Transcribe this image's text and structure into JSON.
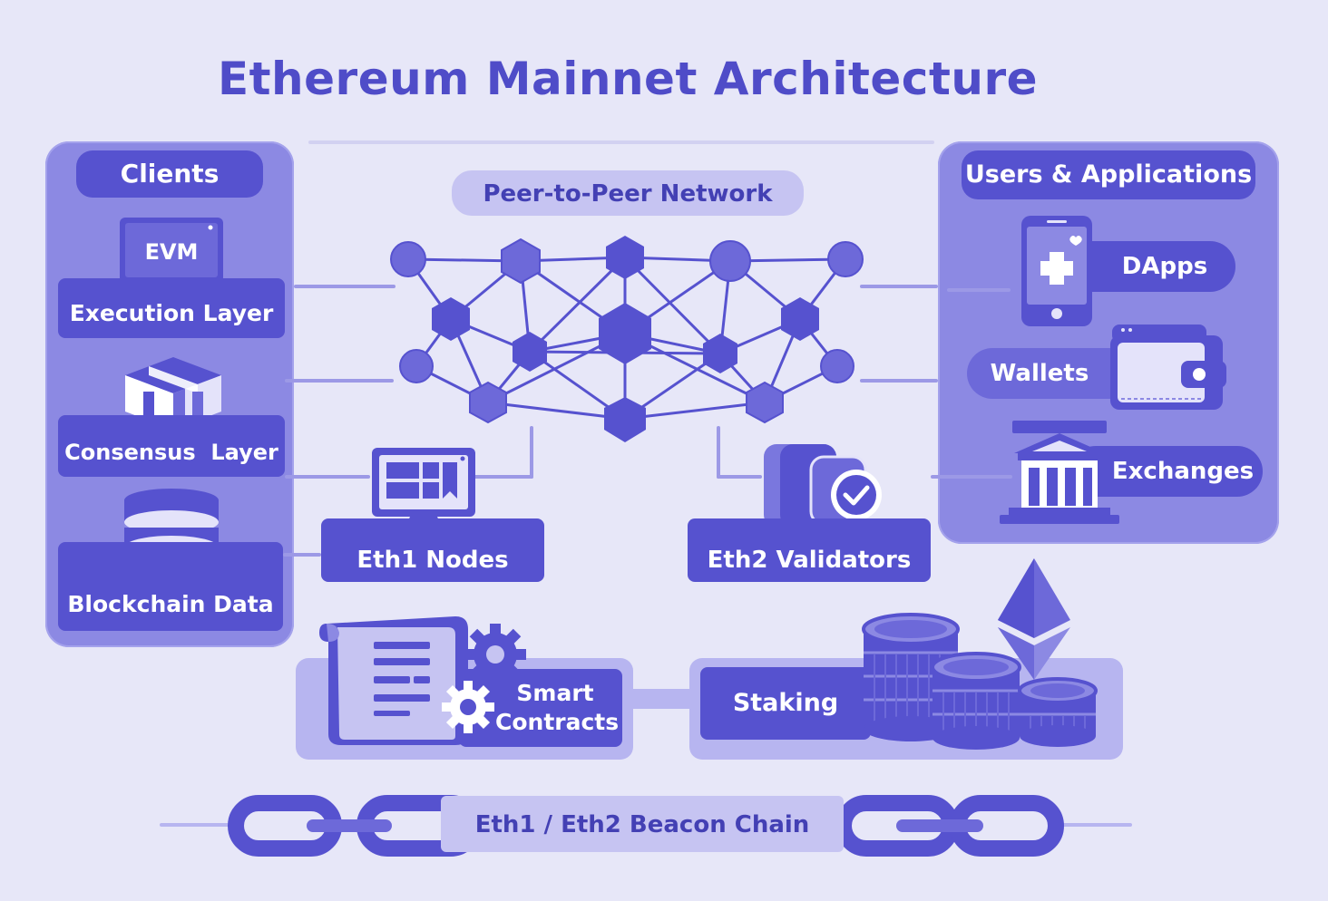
{
  "title": "Ethereum Mainnet Architecture",
  "clients": {
    "header": "Clients",
    "evm_screen": "EVM",
    "execution_layer": "Execution Layer",
    "consensus_layer": "Consensus  Layer",
    "blockchain_data": "Blockchain Data"
  },
  "network": {
    "label": "Peer-to-Peer Network"
  },
  "nodes": {
    "eth1": "Eth1 Nodes",
    "eth2": "Eth2 Validators"
  },
  "users": {
    "header": "Users & Applications",
    "dapps": "DApps",
    "wallets": "Wallets",
    "exchanges": "Exchanges"
  },
  "bottom": {
    "smart_contracts_line1": "Smart",
    "smart_contracts_line2": "Contracts",
    "staking": "Staking",
    "beacon_chain": "Eth1 / Eth2 Beacon Chain"
  },
  "colors": {
    "background": "#e7e7f8",
    "title": "#4f4cc8",
    "panel": "#8c89e3",
    "dark_accent": "#5652cf",
    "light_pill": "#c6c4f2"
  }
}
